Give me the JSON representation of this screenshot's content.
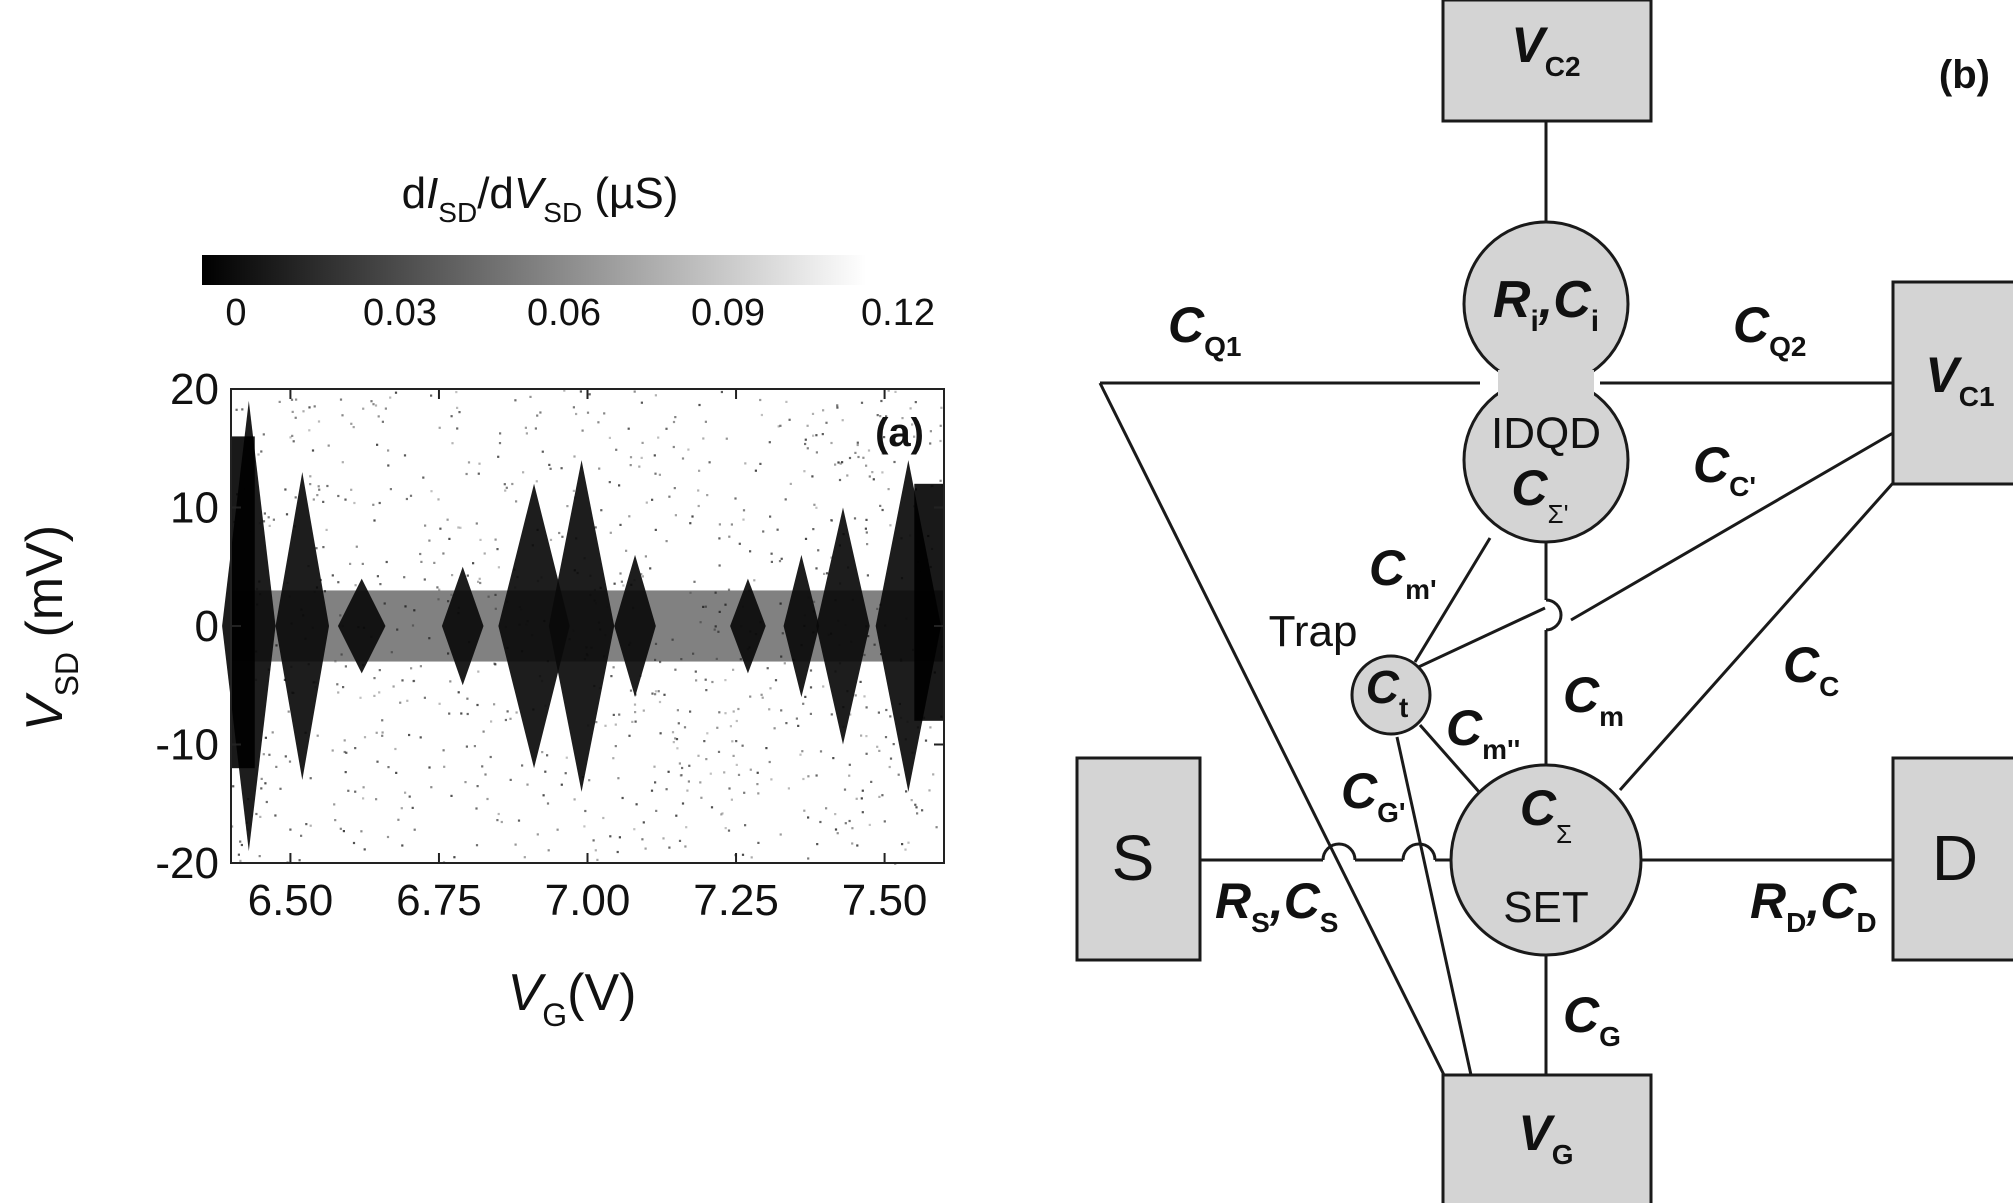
{
  "panel_a": {
    "label": "(a)",
    "colorbar": {
      "title_parts": [
        "d",
        "I",
        "SD",
        "/d",
        "V",
        "SD",
        " (µS)"
      ],
      "ticks": [
        "0",
        "0.03",
        "0.06",
        "0.09",
        "0.12"
      ]
    },
    "x_axis": {
      "var": "V",
      "sub": "G",
      "unit": "(V)"
    },
    "y_axis": {
      "var": "V",
      "sub": "SD",
      "unit": " (mV)"
    }
  },
  "chart_data": {
    "type": "heatmap",
    "x": {
      "label": "V_G(V)",
      "range": [
        6.4,
        7.6
      ],
      "ticks": [
        6.5,
        6.75,
        7.0,
        7.25,
        7.5
      ],
      "tick_labels": [
        "6.50",
        "6.75",
        "7.00",
        "7.25",
        "7.50"
      ]
    },
    "y": {
      "label": "V_SD (mV)",
      "range": [
        -20,
        20
      ],
      "ticks": [
        20,
        10,
        0,
        -10,
        -20
      ],
      "tick_labels": [
        "20",
        "10",
        "0",
        "-10",
        "-20"
      ]
    },
    "z": {
      "label": "dI_SD/dV_SD (µS)",
      "range": [
        0,
        0.12
      ],
      "ticks": [
        "0",
        "0.03",
        "0.06",
        "0.09",
        "0.12"
      ],
      "colormap": "grayscale (0 = black, 0.12 = white)"
    },
    "diamond_centers_VG": [
      6.43,
      6.52,
      6.62,
      6.79,
      6.91,
      6.99,
      7.08,
      7.27,
      7.36,
      7.43,
      7.54
    ],
    "diamond_halfwidth_mV": [
      19,
      13,
      4,
      5,
      12,
      14,
      6,
      4,
      6,
      10,
      14
    ],
    "diamond_halfwidth_VG": [
      0.045,
      0.045,
      0.04,
      0.035,
      0.06,
      0.055,
      0.035,
      0.03,
      0.03,
      0.045,
      0.055
    ]
  },
  "panel_b": {
    "label": "(b)",
    "boxes": {
      "vc2": {
        "main": "V",
        "sub": "C2"
      },
      "vc1": {
        "main": "V",
        "sub": "C1"
      },
      "vg": {
        "main": "V",
        "sub": "G"
      },
      "s": "S",
      "d": "D"
    },
    "idqd": {
      "rc": [
        "R",
        "i",
        ",C",
        "i"
      ],
      "name": "IDQD",
      "csum": [
        "C",
        "Σ'"
      ]
    },
    "set": {
      "csum": [
        "C",
        "Σ"
      ],
      "name": "SET"
    },
    "trap": {
      "name": "Trap",
      "ct": [
        "C",
        "t"
      ]
    },
    "caps": {
      "cq1": [
        "C",
        "Q1"
      ],
      "cq2": [
        "C",
        "Q2"
      ],
      "cc_prime": [
        "C",
        "C'"
      ],
      "cc": [
        "C",
        "C"
      ],
      "cm": [
        "C",
        "m"
      ],
      "cm_prime": [
        "C",
        "m'"
      ],
      "cm_dprime": [
        "C",
        "m''"
      ],
      "cg_prime": [
        "C",
        "G'"
      ],
      "cg": [
        "C",
        "G"
      ],
      "rs_cs": [
        "R",
        "S",
        ",C",
        "S"
      ],
      "rd_cd": [
        "R",
        "D",
        ",C",
        "D"
      ]
    }
  }
}
